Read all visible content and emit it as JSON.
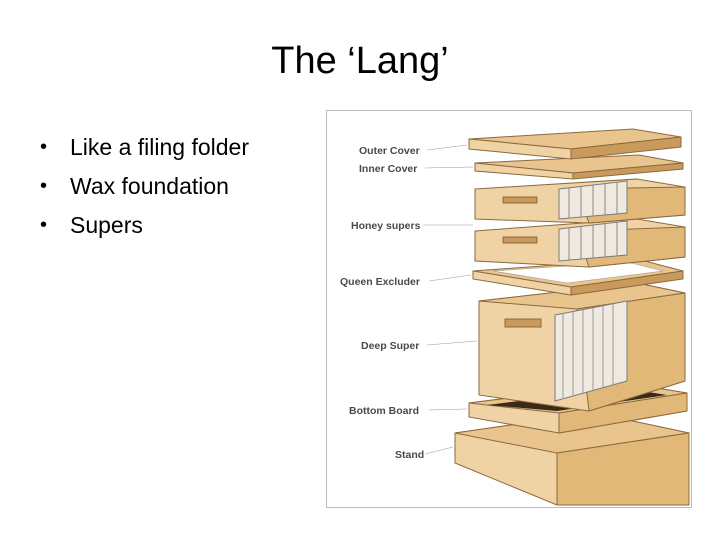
{
  "slide": {
    "title": "The ‘Lang’",
    "bullets": [
      "Like a filing folder",
      "Wax foundation",
      "Supers"
    ]
  },
  "figure": {
    "labels": {
      "outer_cover": "Outer Cover",
      "inner_cover": "Inner Cover",
      "honey_supers": "Honey supers",
      "queen_excluder": "Queen Excluder",
      "deep_super": "Deep Super",
      "bottom_board": "Bottom Board",
      "stand": "Stand"
    },
    "colors": {
      "wood_front": "#f0d3a4",
      "wood_top": "#e9c48c",
      "wood_dark": "#c99a5c",
      "frame": "#efe9df",
      "shadow": "#3a2a1a"
    }
  }
}
